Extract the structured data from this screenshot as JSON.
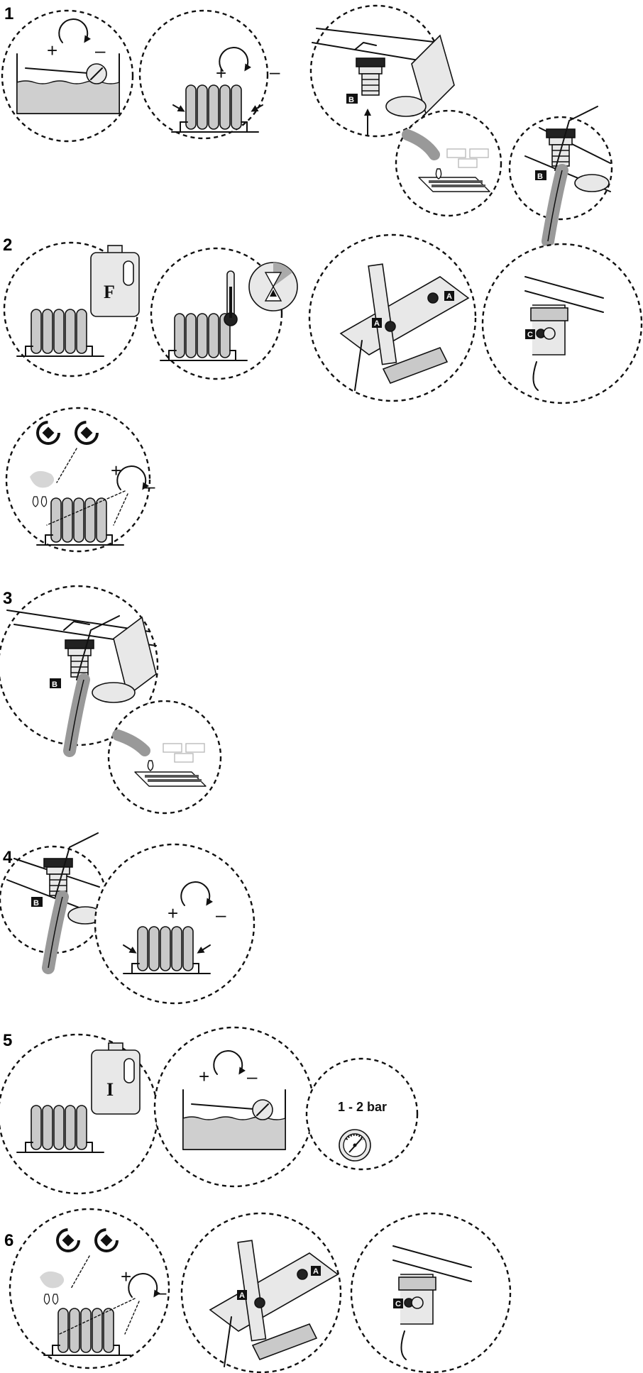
{
  "steps": [
    {
      "number": "1"
    },
    {
      "number": "2"
    },
    {
      "number": "3"
    },
    {
      "number": "4"
    },
    {
      "number": "5"
    },
    {
      "number": "6"
    }
  ],
  "symbols": {
    "plus": "+",
    "minus": "–",
    "drain_plug_label": "B",
    "bleed_valve_label": "A",
    "return_valve_label": "C",
    "flush_additive_label": "F",
    "inhibitor_additive_label": "I"
  },
  "pressure_target": "1 - 2 bar",
  "icons": [
    "tank-icon",
    "radiator-icon",
    "drain-valve-icon",
    "hose-icon",
    "canister-icon",
    "thermometer-icon",
    "timer-icon",
    "pressure-gauge-icon",
    "bleed-key-icon",
    "rotate-arrow-icon"
  ]
}
